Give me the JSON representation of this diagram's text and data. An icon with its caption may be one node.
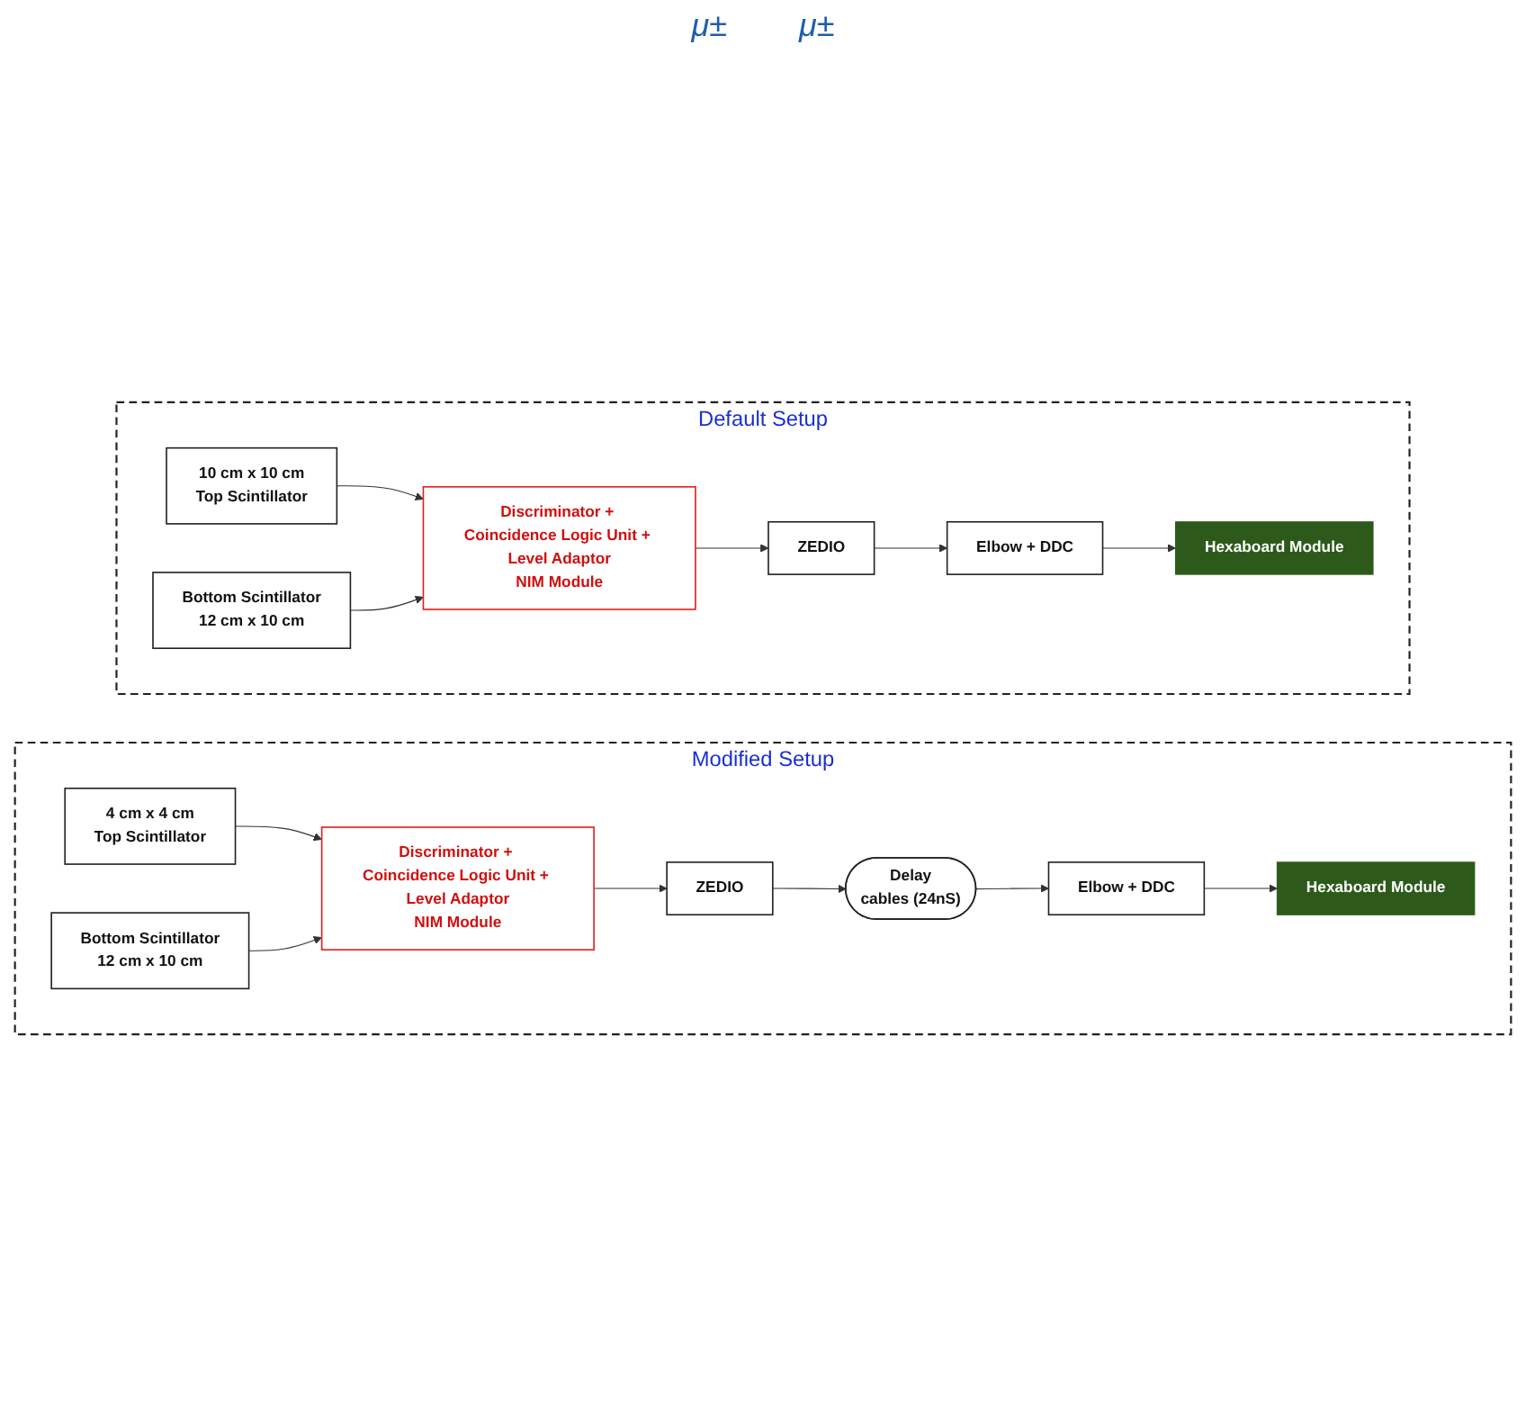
{
  "diagram": {
    "nodes": [
      {
        "text": [
          "Default Setup"
        ]
      },
      {
        "text": [
          "Elbow + DDC"
        ],
        "in": 0
      },
      {
        "text": [
          "ZEDIO"
        ],
        "in": 0
      },
      {
        "text": [
          "10 cm x 10 cm",
          "Top Scintillator"
        ],
        "in": 0
      },
      {
        "text": [
          "Hexaboard Module"
        ],
        "in": 0
      },
      {
        "text": [
          "Discriminator + Coincidence Logic Unit + Level Adaptor",
          "NIM Module"
        ],
        "in": 0
      },
      {
        "text": [
          "Bottom Scintillator",
          "12 cm x 10 cm"
        ],
        "in": 0
      },
      {
        "text": [
          "Modified Setup"
        ]
      },
      {
        "text": [
          "Elbow + DDC"
        ],
        "in": 7
      },
      {
        "text": [
          "Delay",
          "cables (24nS)"
        ],
        "in": 7
      },
      {
        "text": [
          "ZEDIO"
        ],
        "in": 7
      },
      {
        "text": [
          "4 cm x 4 cm",
          "Top Scintillator"
        ],
        "in": 7
      },
      {
        "text": [
          "Hexaboard Module"
        ],
        "in": 7
      },
      {
        "text": [
          "Discriminator + Coincidence Logic Unit + Level Adaptor",
          "NIM Module"
        ],
        "in": 7
      },
      {
        "text": [
          "Bottom Scintillator",
          "12 cm x 10 cm"
        ],
        "in": 7
      }
    ],
    "edges": [
      {
        "from": 2,
        "to": 1,
        "arrow": "to"
      },
      {
        "from": 1,
        "to": 4,
        "arrow": "to"
      },
      {
        "from": 3,
        "to": 5,
        "arrow": "to"
      },
      {
        "from": 6,
        "to": 5,
        "arrow": "to"
      },
      {
        "from": 5,
        "to": 2,
        "arrow": "to"
      },
      {
        "from": 10,
        "to": 9,
        "arrow": "to"
      },
      {
        "from": 9,
        "to": 8,
        "arrow": "to"
      },
      {
        "from": 8,
        "to": 12,
        "arrow": "to"
      },
      {
        "from": 11,
        "to": 13,
        "arrow": "to"
      },
      {
        "from": 14,
        "to": 13,
        "arrow": "to"
      },
      {
        "from": 13,
        "to": 10,
        "arrow": "to"
      }
    ],
    "labels": [
      "μ±",
      "μ±"
    ]
  }
}
